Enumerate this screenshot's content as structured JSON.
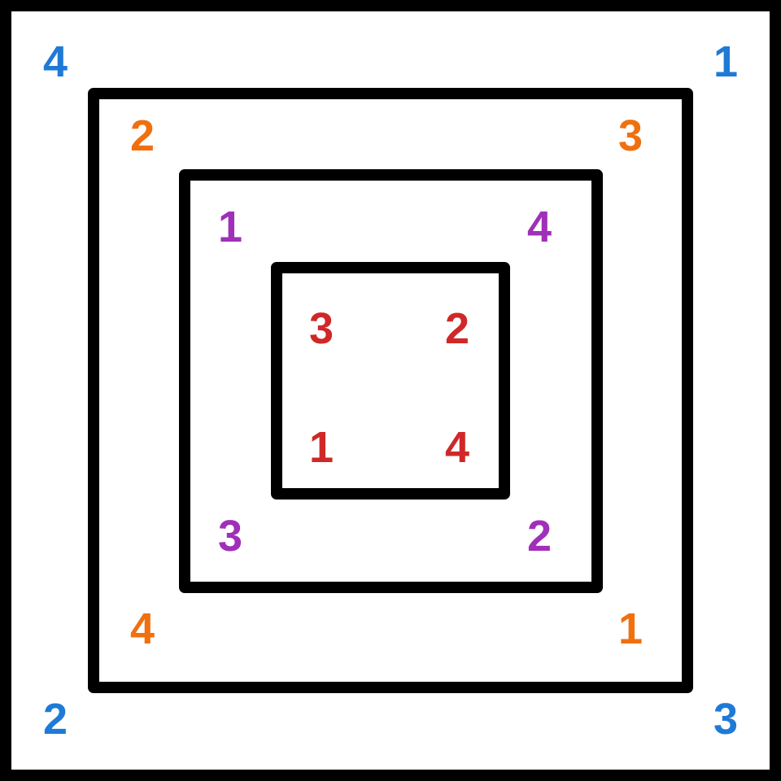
{
  "colors": {
    "background": "#ffffff",
    "lines": "#000000",
    "frame": [
      "#1f7ad6",
      "#f07010",
      "#a030b8",
      "#d02828"
    ]
  },
  "frames": [
    {
      "corners": {
        "top_left": "4",
        "top_right": "1",
        "bottom_left": "2",
        "bottom_right": "3"
      }
    },
    {
      "corners": {
        "top_left": "2",
        "top_right": "3",
        "bottom_left": "4",
        "bottom_right": "1"
      }
    },
    {
      "corners": {
        "top_left": "1",
        "top_right": "4",
        "bottom_left": "3",
        "bottom_right": "2"
      }
    },
    {
      "corners": {
        "top_left": "3",
        "top_right": "2",
        "bottom_left": "1",
        "bottom_right": "4"
      }
    }
  ]
}
